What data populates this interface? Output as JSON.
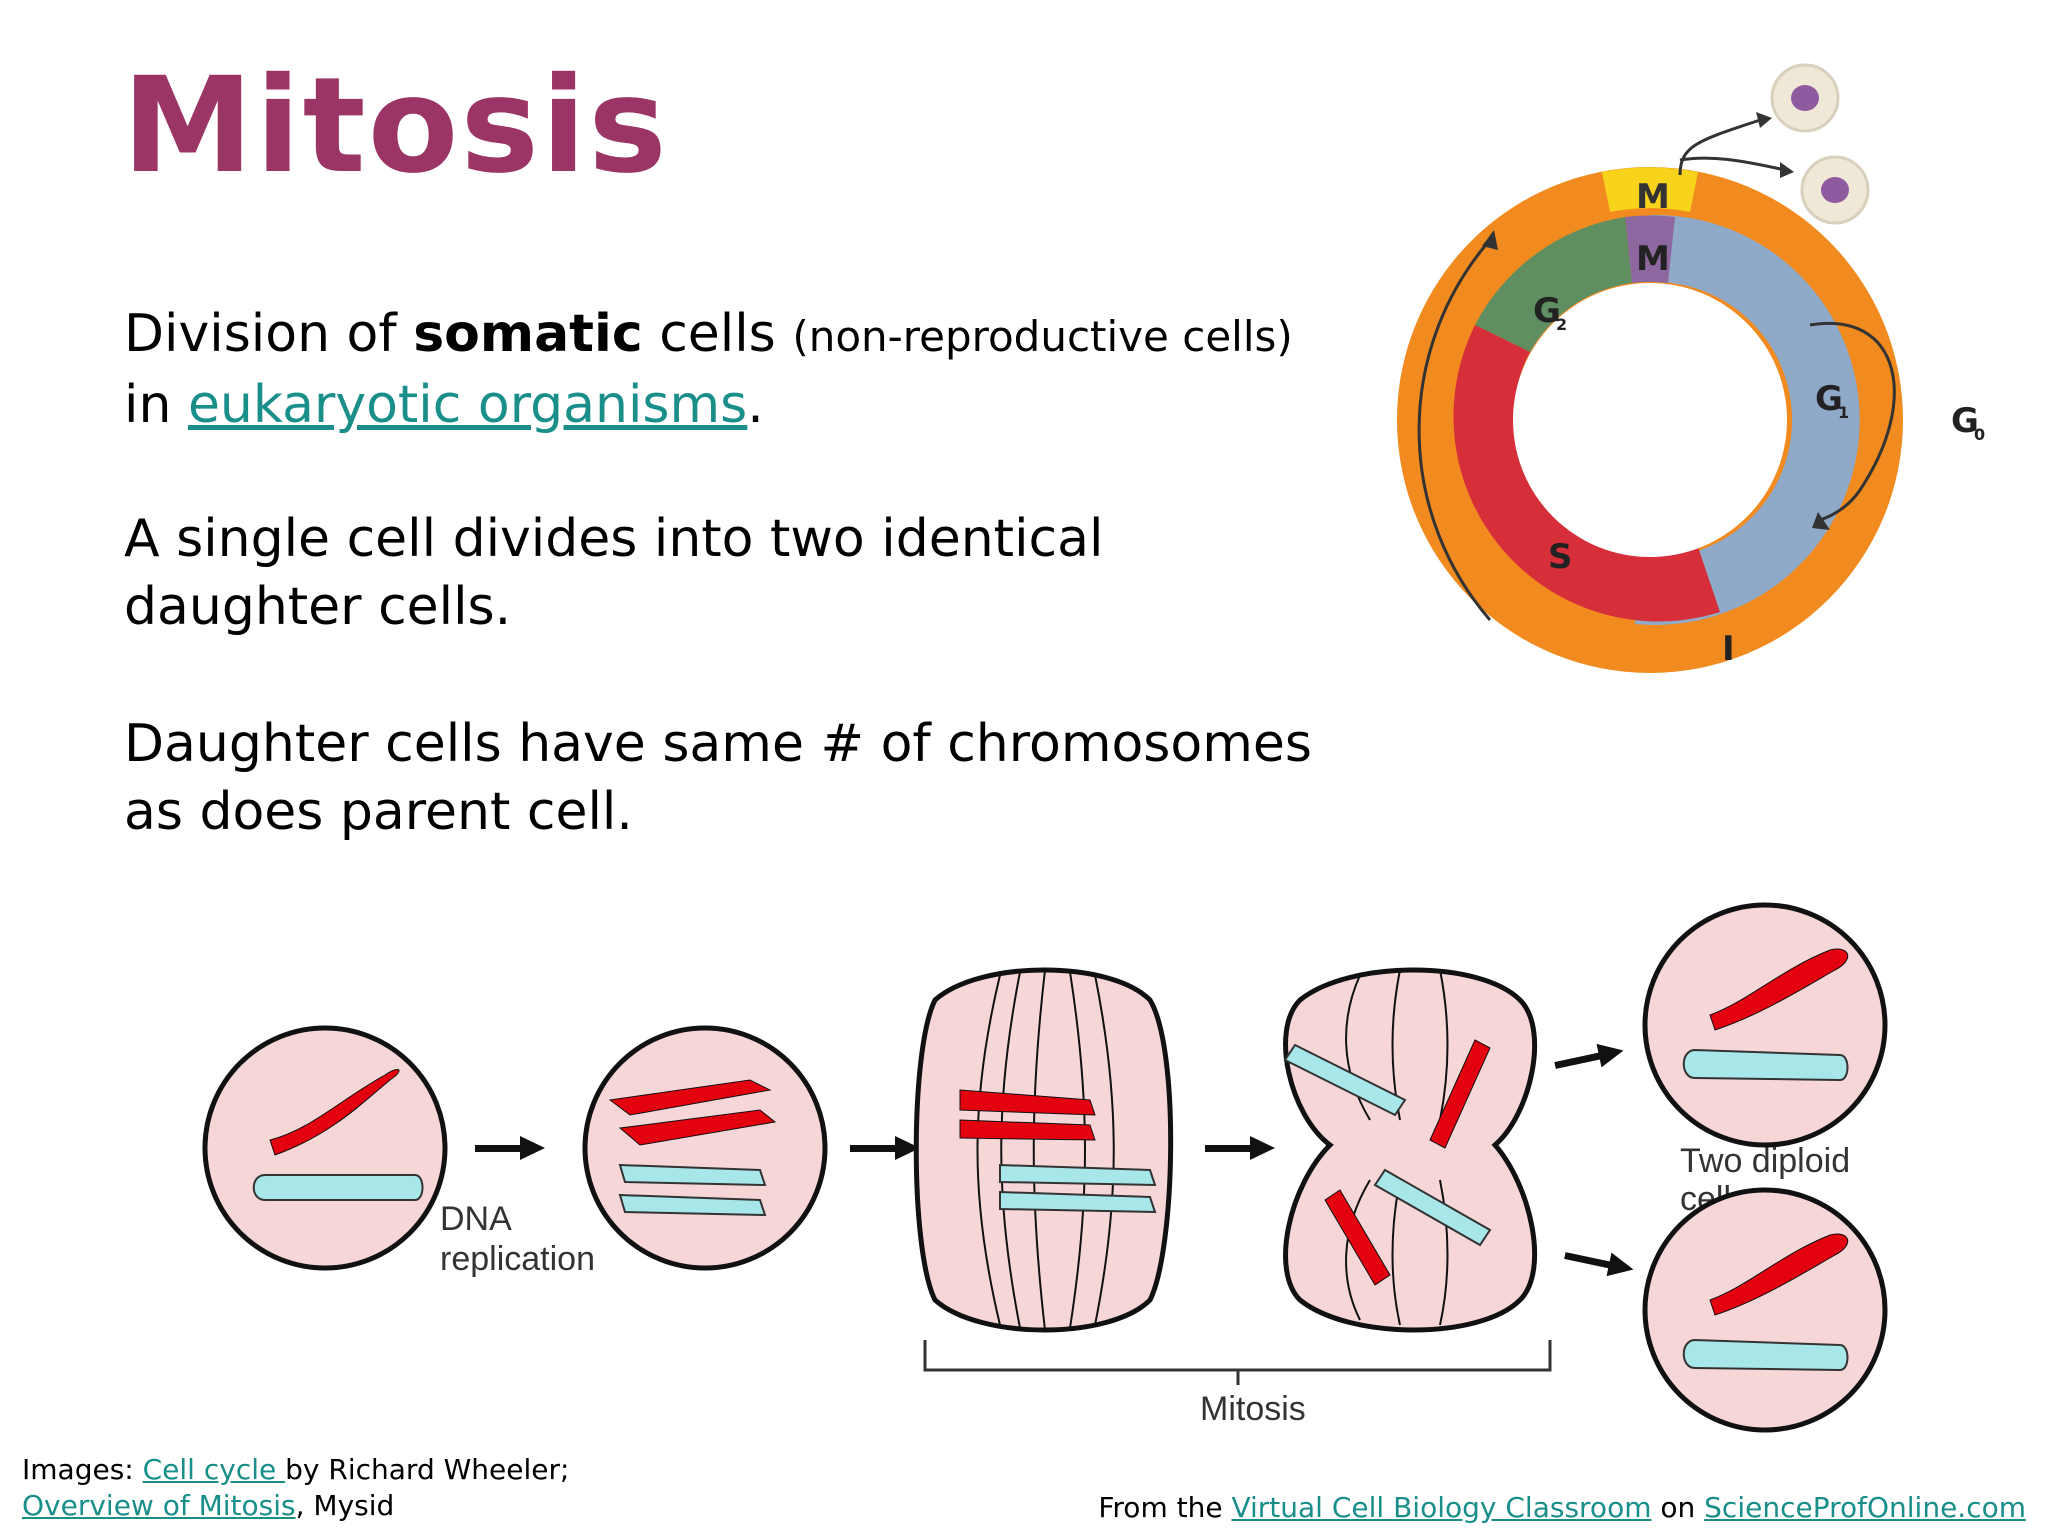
{
  "slide": {
    "title": "Mitosis",
    "p1": {
      "pre": "Division of ",
      "bold": "somatic",
      "mid": " cells ",
      "small": "(non-reproductive cells)",
      "line2_pre": "in ",
      "link": "eukaryotic organisms",
      "end": "."
    },
    "p2": "A single cell divides into two identical daughter cells.",
    "p3": "Daughter cells have same # of chromosomes as does parent cell."
  },
  "cell_cycle": {
    "labels": {
      "m_outer": "M",
      "m_inner": "M",
      "g2": "G",
      "g2_sub": "2",
      "g1": "G",
      "g1_sub": "1",
      "g0": "G",
      "g0_sub": "0",
      "s": "S",
      "i": "I"
    },
    "colors": {
      "outer_ring": "#f18a1f",
      "m_segment": "#f7d31b",
      "g1": "#8fa9c9",
      "g2": "#5f8f61",
      "s": "#d72f3a",
      "m_inner": "#8c67a0",
      "cell_fill": "#efe8d6",
      "nucleus": "#8f5aa0"
    }
  },
  "mitosis_diagram": {
    "dna_replication_line1": "DNA",
    "dna_replication_line2": "replication",
    "mitosis_label": "Mitosis",
    "two_diploid_line1": "Two diploid",
    "two_diploid_line2": "cells",
    "colors": {
      "cell_fill": "#f7d6d8",
      "red_chromosome": "#e3000f",
      "blue_chromosome": "#a7e7ea"
    }
  },
  "footer": {
    "images_prefix": "Images: ",
    "link1": "Cell cycle ",
    "by1": "by Richard Wheeler;",
    "link2": "Overview of Mitosis",
    "by2": ", Mysid",
    "from_prefix": "From the  ",
    "link3": "Virtual Cell Biology Classroom",
    "on": " on ",
    "link4": "ScienceProfOnline.com"
  }
}
